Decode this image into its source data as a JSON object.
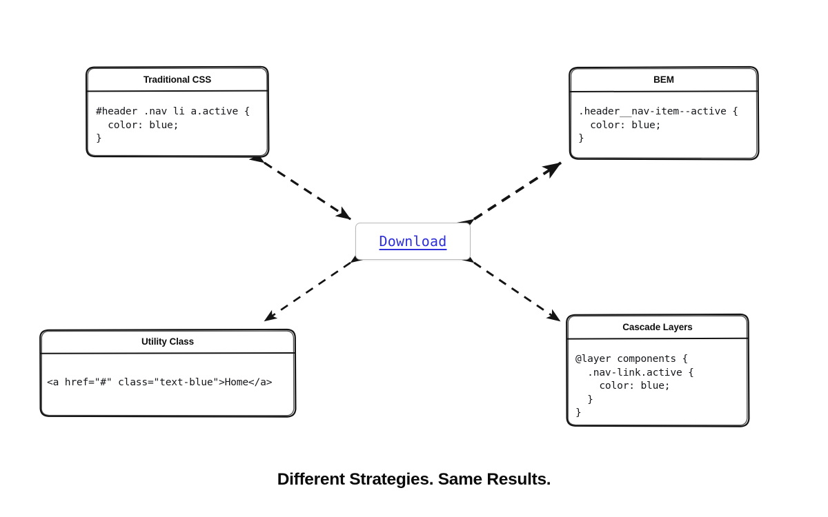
{
  "diagram": {
    "caption": "Different Strategies. Same Results.",
    "center_node": {
      "label": "Download",
      "link_color": "#2e2edb",
      "name": "download-link"
    },
    "stroke_color": "#141414",
    "background": "#ffffff",
    "cards": [
      {
        "id": "traditional-css",
        "title": "Traditional CSS",
        "code": "#header .nav li a.active {\n  color: blue;\n}"
      },
      {
        "id": "bem",
        "title": "BEM",
        "code": ".header__nav-item--active {\n  color: blue;\n}"
      },
      {
        "id": "utility-class",
        "title": "Utility Class",
        "code": "<a href=\"#\" class=\"text-blue\">Home</a>"
      },
      {
        "id": "cascade-layers",
        "title": "Cascade Layers",
        "code": "@layer components {\n  .nav-link.active {\n    color: blue;\n  }\n}"
      }
    ],
    "connectors": [
      {
        "id": "connector-traditional-css",
        "from": "download-node",
        "to": "traditional-css",
        "style": "dashed",
        "arrows": "both"
      },
      {
        "id": "connector-bem",
        "from": "download-node",
        "to": "bem",
        "style": "dashed",
        "arrows": "both"
      },
      {
        "id": "connector-utility-class",
        "from": "download-node",
        "to": "utility-class",
        "style": "dashed",
        "arrows": "both"
      },
      {
        "id": "connector-cascade-layers",
        "from": "download-node",
        "to": "cascade-layers",
        "style": "dashed",
        "arrows": "both"
      }
    ]
  }
}
